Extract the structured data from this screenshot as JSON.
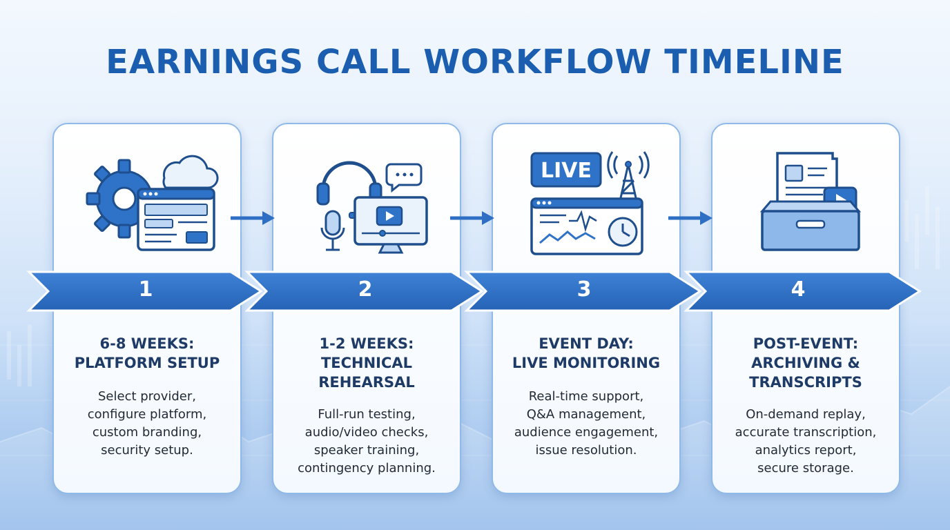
{
  "title": "EARNINGS CALL WORKFLOW TIMELINE",
  "colors": {
    "title": "#1b5eb0",
    "banner": "#2e6fc4",
    "card_border": "#8eb9e8",
    "icon_stroke": "#1f4e8c",
    "icon_fill": "#2f73c9"
  },
  "steps": [
    {
      "number": "1",
      "title_lines": [
        "6-8 WEEKS:",
        "PLATFORM SETUP"
      ],
      "desc_lines": [
        "Select provider,",
        "configure platform,",
        "custom branding,",
        "security setup."
      ],
      "icon": "gear-browser-cloud-icon"
    },
    {
      "number": "2",
      "title_lines": [
        "1-2 WEEKS:",
        "TECHNICAL",
        "REHEARSAL"
      ],
      "desc_lines": [
        "Full-run testing,",
        "audio/video checks,",
        "speaker training,",
        "contingency planning."
      ],
      "icon": "headset-monitor-microphone-icon"
    },
    {
      "number": "3",
      "title_lines": [
        "EVENT DAY:",
        "LIVE MONITORING"
      ],
      "desc_lines": [
        "Real-time support,",
        "Q&A management,",
        "audience engagement,",
        "issue resolution."
      ],
      "icon": "live-dashboard-antenna-icon",
      "icon_label": "LIVE"
    },
    {
      "number": "4",
      "title_lines": [
        "POST-EVENT:",
        "ARCHIVING &",
        "TRANSCRIPTS"
      ],
      "desc_lines": [
        "On-demand replay,",
        "accurate transcription,",
        "analytics report,",
        "secure storage."
      ],
      "icon": "archive-box-document-video-icon"
    }
  ]
}
